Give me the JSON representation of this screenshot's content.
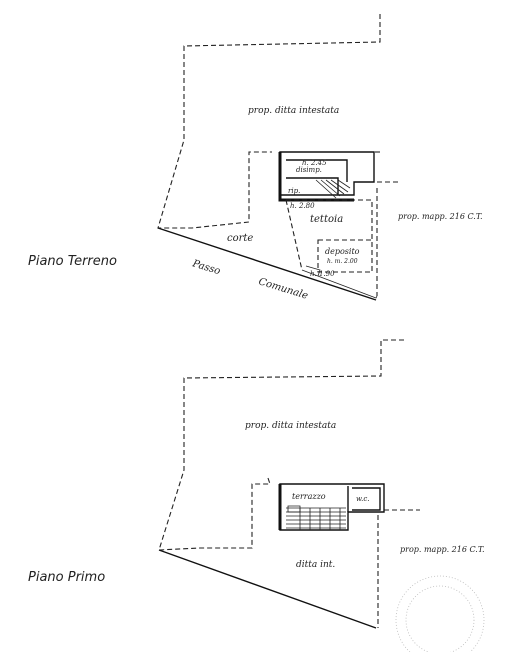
{
  "floors": [
    {
      "title": "Piano Terreno",
      "labels": {
        "neighbor_top": "prop. ditta intestata",
        "neighbor_right": "prop. mapp. 216 C.T.",
        "court": "corte",
        "street_1": "Passo",
        "street_2": "Comunale",
        "room_a_height": "h. 2.45",
        "room_a_name": "disimp.",
        "room_b_name": "rip.",
        "room_c_height": "h. 2.80",
        "room_c_name": "tettoia",
        "room_d_name": "deposito",
        "room_d_height": "h. m. 2.00",
        "room_e_height": "h. 1.90"
      }
    },
    {
      "title": "Piano Primo",
      "labels": {
        "neighbor_top": "prop. ditta intestata",
        "neighbor_right": "prop. mapp. 216 C.T.",
        "terrace": "terrazzo",
        "wc": "w.c.",
        "owner": "ditta int."
      }
    }
  ]
}
